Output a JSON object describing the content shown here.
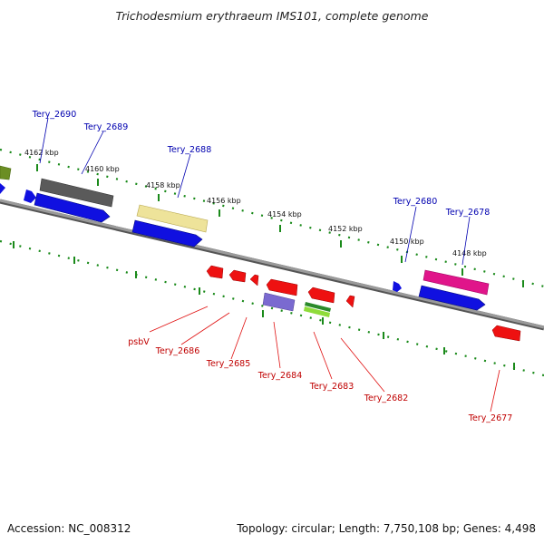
{
  "title": "Trichodesmium erythraeum IMS101, complete genome",
  "footer": {
    "accession": "Accession: NC_008312",
    "summary": "Topology: circular; Length: 7,750,108 bp; Genes: 4,498"
  },
  "ticks": [
    "4162 kbp",
    "4160 kbp",
    "4158 kbp",
    "4156 kbp",
    "4154 kbp",
    "4152 kbp",
    "4150 kbp",
    "4148 kbp"
  ],
  "forward_labels": [
    "Tery_2690",
    "Tery_2689",
    "Tery_2688",
    "Tery_2680",
    "Tery_2678"
  ],
  "reverse_labels": [
    "psbV",
    "Tery_2686",
    "Tery_2685",
    "Tery_2684",
    "Tery_2683",
    "Tery_2682",
    "Tery_2677"
  ],
  "colors": {
    "backbone": "#888888",
    "tick_dots": "#1a8a1a",
    "forward_label": "#0000b0",
    "reverse_label": "#c00000",
    "gene_blue": "#1010e0",
    "gene_red": "#ee1111",
    "gene_gray": "#666666",
    "gene_khaki": "#eee39a",
    "gene_pink": "#e0158a",
    "gene_purple": "#7a6ad0",
    "gene_olive": "#6b8e23",
    "gene_lime": "#8fdc3a"
  }
}
